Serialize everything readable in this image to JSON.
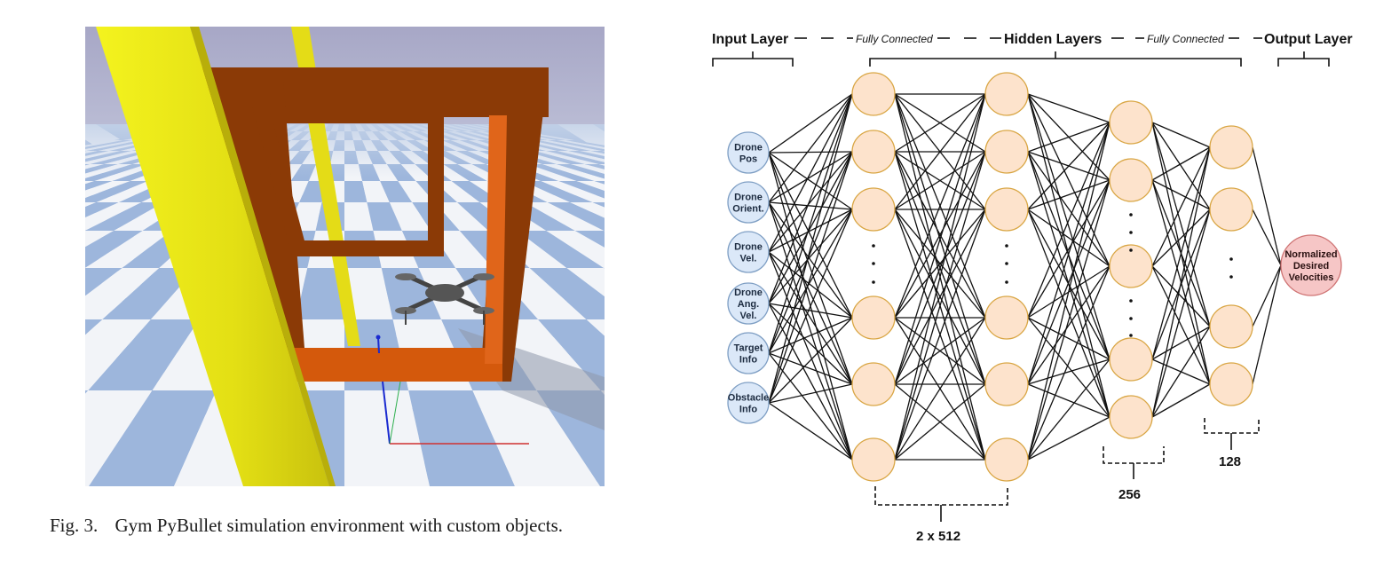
{
  "figure": {
    "label": "Fig. 3.",
    "caption": "Gym PyBullet simulation environment with custom objects."
  },
  "simulation_scene": {
    "objects": [
      "yellow-pillar",
      "orange-gate-frame",
      "quadrotor-drone",
      "checkered-floor",
      "axis-markers"
    ],
    "colors": {
      "sky": "#a9a9c7",
      "floor_blue": "#9db6dc",
      "floor_white": "#f2f4f8",
      "pillar": "#e8e51c",
      "gate": "#8b3a06",
      "gate_front": "#d4590c",
      "drone": "#444444"
    }
  },
  "network": {
    "header": {
      "input": "Input Layer",
      "conn1": "Fully Connected",
      "hidden": "Hidden Layers",
      "conn2": "Fully Connected",
      "output": "Output Layer"
    },
    "inputs": [
      [
        "Drone",
        "Pos"
      ],
      [
        "Drone",
        "Orient."
      ],
      [
        "Drone",
        "Vel."
      ],
      [
        "Drone",
        "Ang.",
        "Vel."
      ],
      [
        "Target",
        "Info"
      ],
      [
        "Obstacle",
        "Info"
      ]
    ],
    "output": [
      "Normalized",
      "Desired",
      "Velocities"
    ],
    "sizes": [
      "2 x 512",
      "256",
      "128"
    ],
    "colors": {
      "input_fill": "#dbe8f8",
      "input_stroke": "#7f9fc4",
      "hidden_fill": "#fde3cc",
      "hidden_stroke": "#d9a644",
      "output_fill": "#f6c6c6",
      "output_stroke": "#cf7474"
    }
  }
}
